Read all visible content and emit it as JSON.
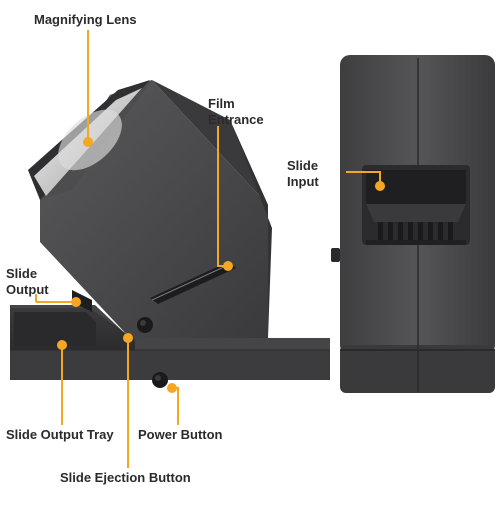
{
  "labels": {
    "magnifying_lens": "Magnifying Lens",
    "film_entrance_line1": "Film",
    "film_entrance_line2": "Entrance",
    "slide_output_line1": "Slide",
    "slide_output_line2": "Output",
    "slide_input_line1": "Slide",
    "slide_input_line2": "Input",
    "slide_output_tray": "Slide Output Tray",
    "power_button": "Power Button",
    "slide_ejection_button": "Slide Ejection Button"
  },
  "colors": {
    "callout": "#f5a623",
    "device_body": "#4a4a4c",
    "device_dark": "#2e2e30",
    "device_light": "#6a6a6c",
    "label_text": "#2b2b2b",
    "background": "#ffffff"
  }
}
